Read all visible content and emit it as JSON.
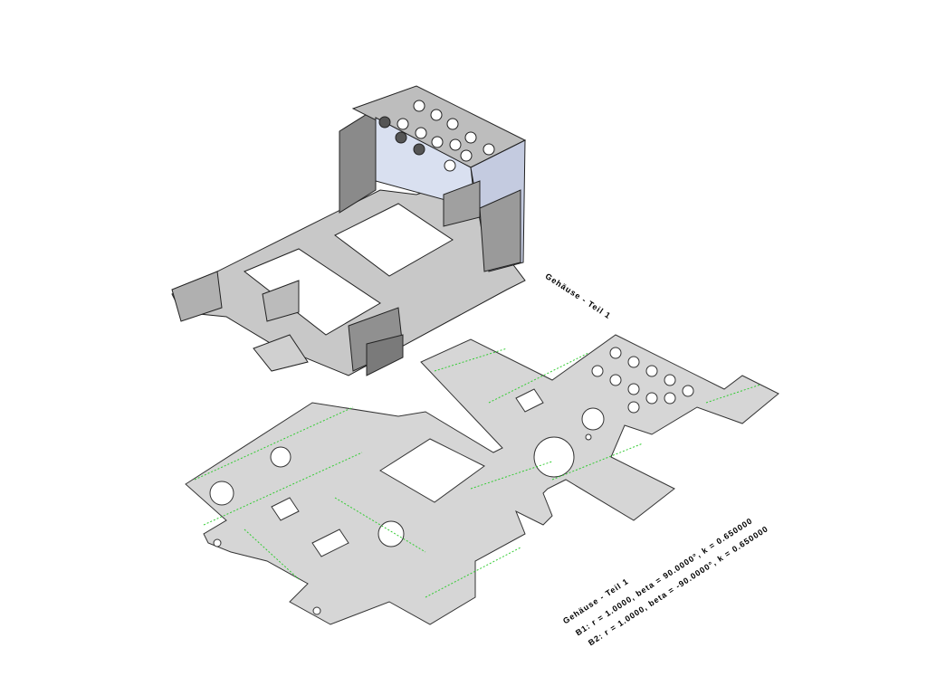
{
  "model_label": "Gehäuse - Teil 1",
  "flat_pattern": {
    "title": "Gehäuse - Teil 1",
    "bend1": "B1: r = 1.0000, beta = 90.0000°, k = 0.650000",
    "bend2": "B2: r = 1.0000, beta = -90.0000°, k = 0.650000"
  },
  "colors": {
    "sheet": "#d6d6d6",
    "bend_line": "#33cc33",
    "outline": "#333333"
  }
}
